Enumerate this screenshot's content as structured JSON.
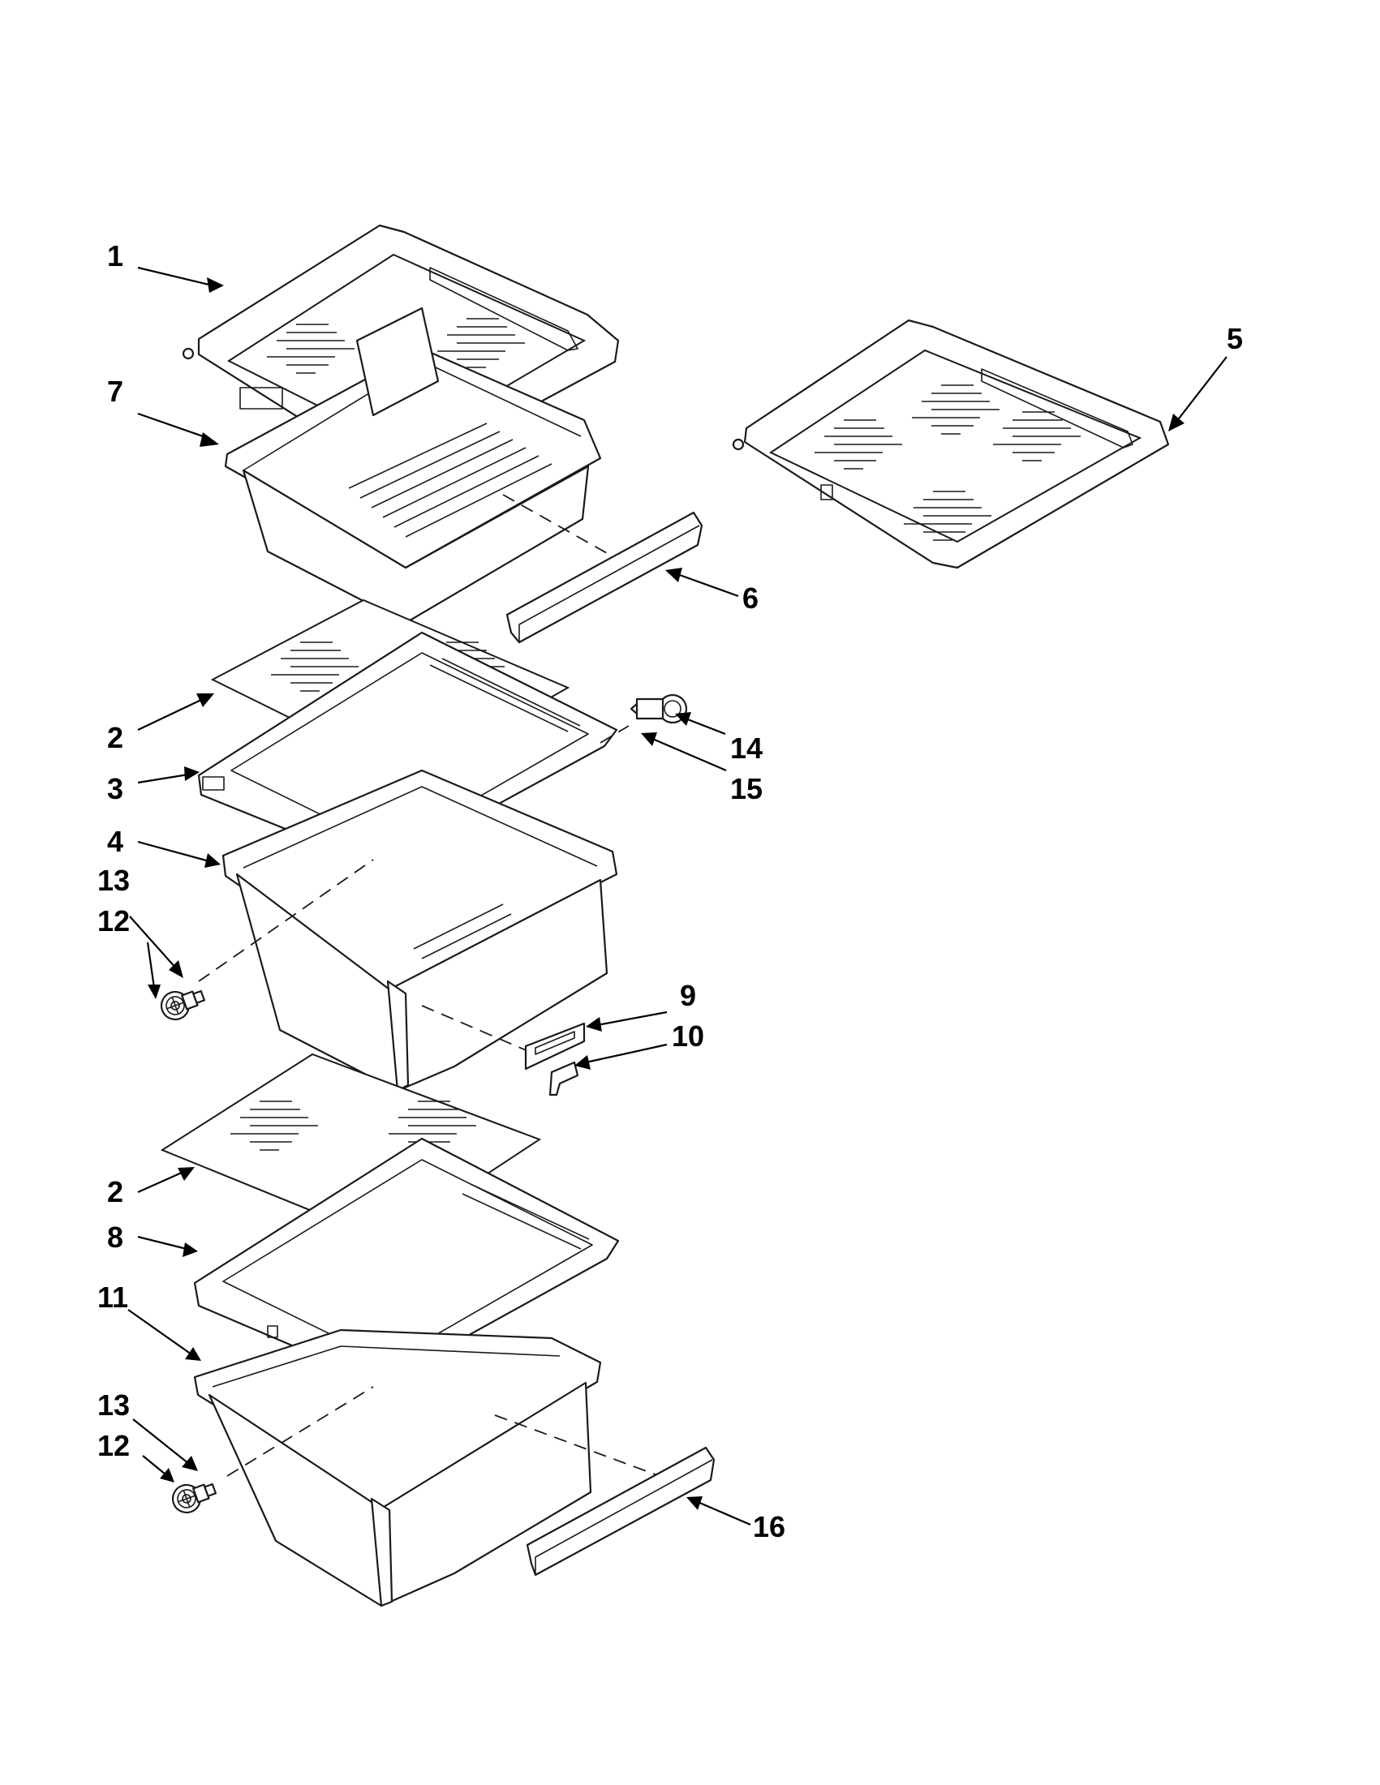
{
  "diagram": {
    "callouts": [
      {
        "id": "c1",
        "text": "1"
      },
      {
        "id": "c7",
        "text": "7"
      },
      {
        "id": "c5",
        "text": "5"
      },
      {
        "id": "c6",
        "text": "6"
      },
      {
        "id": "c2a",
        "text": "2"
      },
      {
        "id": "c3",
        "text": "3"
      },
      {
        "id": "c4",
        "text": "4"
      },
      {
        "id": "c13a",
        "text": "13"
      },
      {
        "id": "c12a",
        "text": "12"
      },
      {
        "id": "c14",
        "text": "14"
      },
      {
        "id": "c15",
        "text": "15"
      },
      {
        "id": "c9",
        "text": "9"
      },
      {
        "id": "c10",
        "text": "10"
      },
      {
        "id": "c2b",
        "text": "2"
      },
      {
        "id": "c8",
        "text": "8"
      },
      {
        "id": "c11",
        "text": "11"
      },
      {
        "id": "c13b",
        "text": "13"
      },
      {
        "id": "c12b",
        "text": "12"
      },
      {
        "id": "c16",
        "text": "16"
      }
    ]
  }
}
